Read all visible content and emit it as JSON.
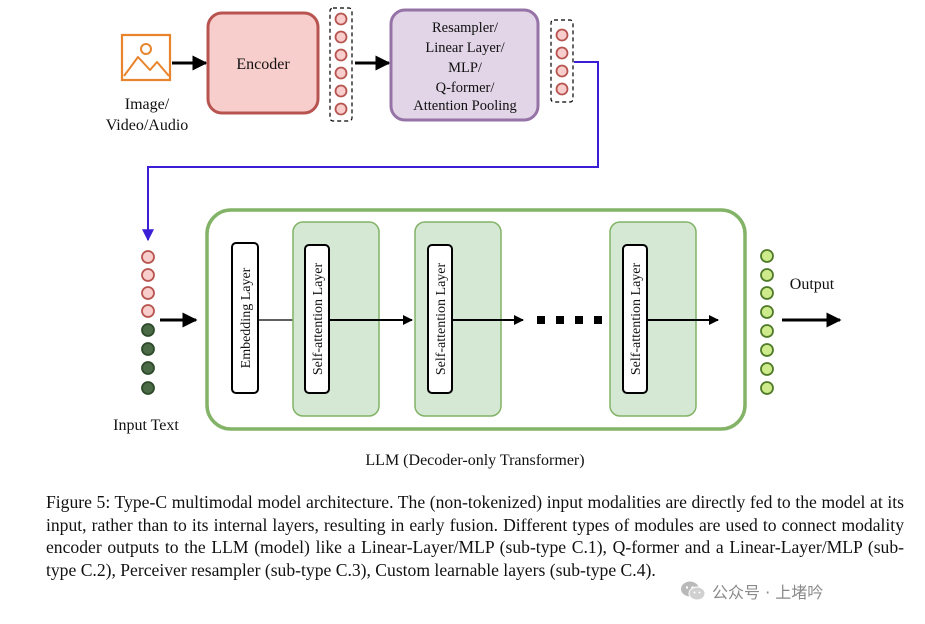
{
  "diagram": {
    "input_label_line1": "Image/",
    "input_label_line2": "Video/Audio",
    "encoder_label": "Encoder",
    "connector_lines": [
      "Resampler/",
      "Linear Layer/",
      "MLP/",
      "Q-former/",
      "Attention Pooling"
    ],
    "input_text_label": "Input Text",
    "embedding_layer_label": "Embedding Layer",
    "self_attention_label": "Self-attention Layer",
    "output_label": "Output",
    "llm_label": "LLM (Decoder-only Transformer)"
  },
  "caption": "Figure 5: Type-C multimodal model architecture. The (non-tokenized) input modalities are directly fed to the model at its input, rather than to its internal layers, resulting in early fusion. Different types of modules are used to connect modality encoder outputs to the LLM (model) like a Linear-Layer/MLP (sub-type C.1), Q-former and a Linear-Layer/MLP (sub-type C.2), Perceiver resampler (sub-type C.3), Custom learnable layers (sub-type C.4).",
  "watermark": {
    "text": "公众号 · 上堵吟",
    "icon": "wechat-icon"
  },
  "colors": {
    "encoder_fill": "#f8cecc",
    "encoder_stroke": "#b85450",
    "connector_fill": "#e1d5e7",
    "connector_stroke": "#9673a6",
    "llm_stroke": "#82b366",
    "block_fill": "#d5e8d4",
    "token_red": "#f8cecc",
    "token_dark_green": "#4a6b45",
    "token_light_green": "#cdeb8b",
    "route_arrow": "#3b1fd6",
    "image_icon": "#e8842c"
  }
}
